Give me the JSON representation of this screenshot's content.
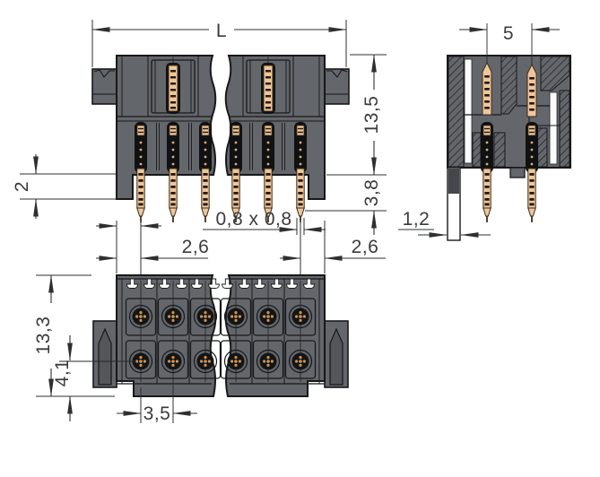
{
  "drawing": {
    "kind": "connector-dimension-drawing",
    "dims": {
      "total_length": "L",
      "housing_height": "13,5",
      "pin_length_below": "3,8",
      "base_offset": "2",
      "pin_cross_section": "0,8 x 0,8",
      "edge_to_first_pin": "2,6",
      "last_pin_to_edge": "2,6",
      "row_spacing": "5",
      "solder_leg_width": "1,2",
      "bottom_view_height": "13,3",
      "second_row_offset": "4,1",
      "pin_pitch": "3,5"
    },
    "colors": {
      "housing_gray": "#63666a",
      "housing_dark": "#54565a",
      "outline_black": "#17181a",
      "pin_gold": "#edc69c",
      "pin_mark": "#241707",
      "hole_gold": "#cf9450",
      "dimension_text": "#3a3b3c",
      "background": "#ffffff"
    }
  }
}
